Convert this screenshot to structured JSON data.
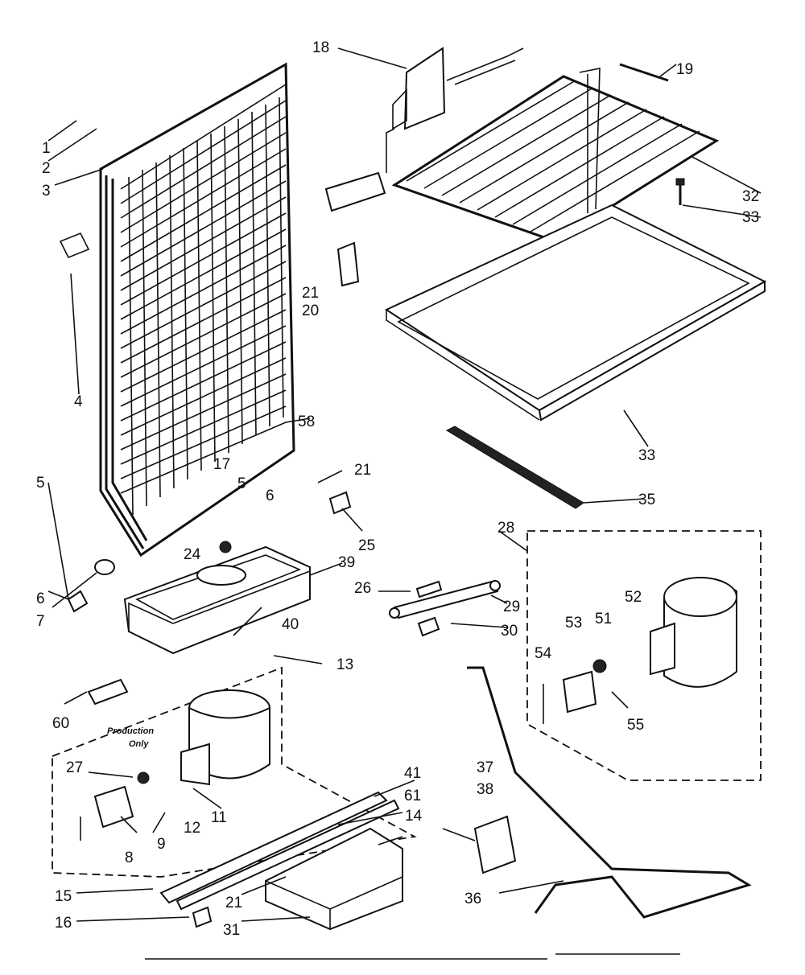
{
  "diagram": {
    "callouts": [
      "1",
      "2",
      "3",
      "4",
      "5",
      "6",
      "7",
      "17",
      "5",
      "6",
      "24",
      "18",
      "19",
      "32",
      "33",
      "21",
      "20",
      "58",
      "21",
      "25",
      "39",
      "40",
      "13",
      "26",
      "29",
      "30",
      "33",
      "35",
      "28",
      "52",
      "51",
      "53",
      "54",
      "55",
      "60",
      "27",
      "11",
      "12",
      "8",
      "9",
      "41",
      "61",
      "14",
      "37",
      "38",
      "15",
      "21",
      "16",
      "31",
      "36"
    ],
    "note_line1": "Production",
    "note_line2": "Only"
  }
}
